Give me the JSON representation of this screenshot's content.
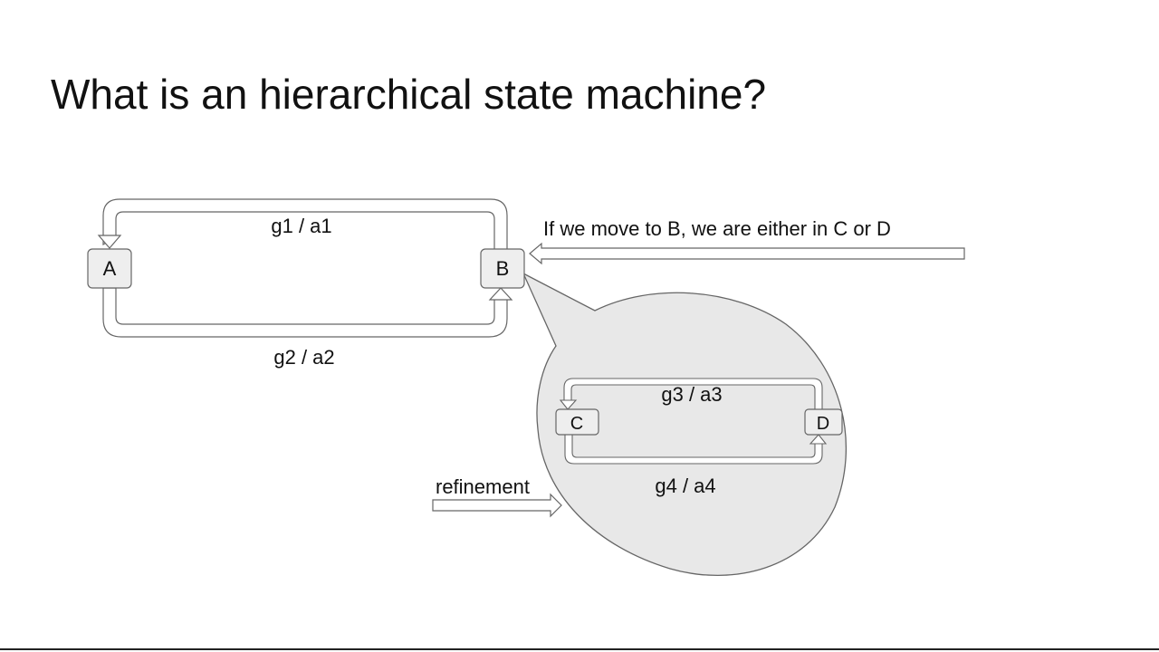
{
  "slide": {
    "title": "What is an hierarchical state machine?"
  },
  "diagram": {
    "states": {
      "a": "A",
      "b": "B",
      "c": "C",
      "d": "D"
    },
    "transitions": {
      "top_outer": "g1 / a1",
      "bottom_outer": "g2 / a2",
      "top_inner": "g3 / a3",
      "bottom_inner": "g4 / a4"
    },
    "annotations": {
      "note": "If we move to B, we are either in C or D",
      "refinement": "refinement"
    },
    "colors": {
      "bubble_fill": "#e8e8e8",
      "stroke": "#666666",
      "box_fill": "#eeeeee"
    }
  }
}
